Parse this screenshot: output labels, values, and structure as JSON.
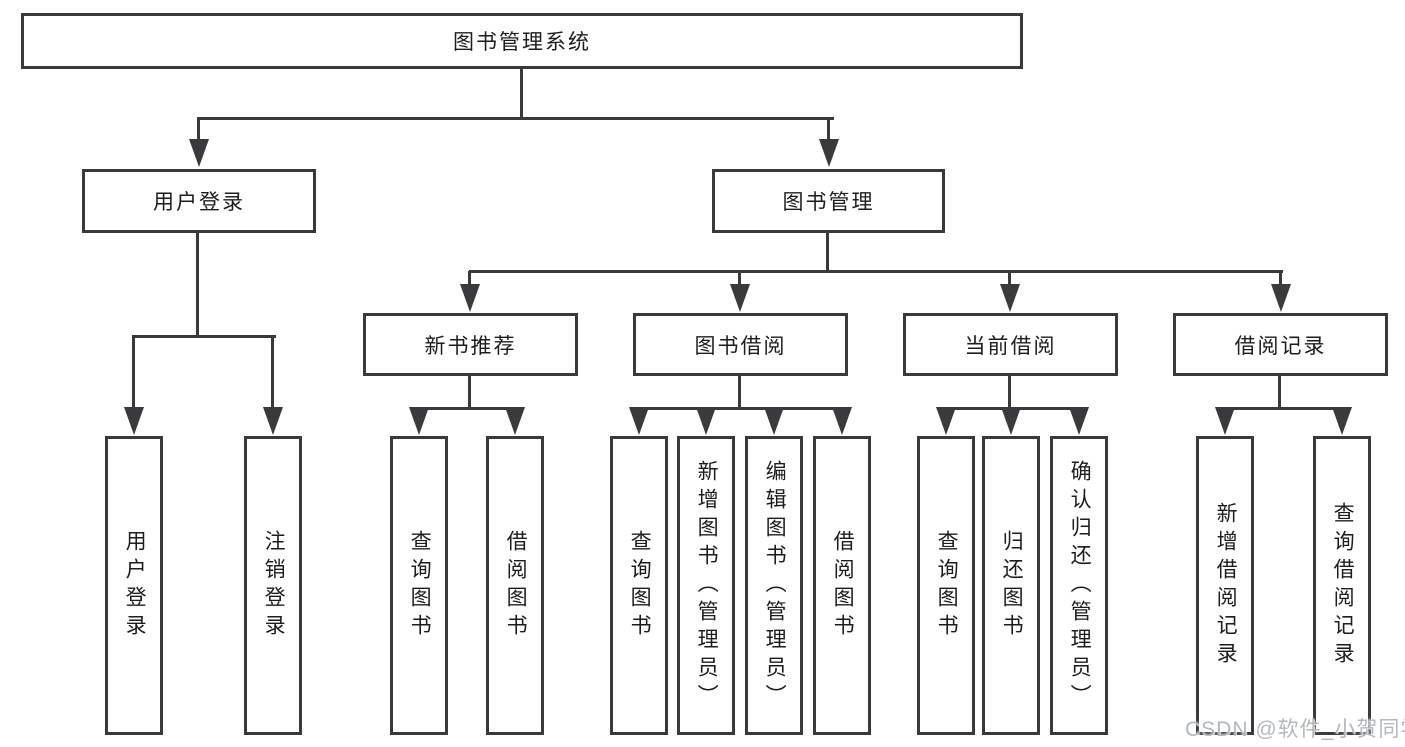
{
  "diagram_title": "图书管理系统",
  "nodes": {
    "root": {
      "label": "图书管理系统"
    },
    "user_login": {
      "label": "用户登录"
    },
    "book_mgmt": {
      "label": "图书管理"
    },
    "new_book_rec": {
      "label": "新书推荐"
    },
    "book_borrow": {
      "label": "图书借阅"
    },
    "current_borrow": {
      "label": "当前借阅"
    },
    "borrow_records": {
      "label": "借阅记录"
    },
    "leaf_user_login": {
      "label": "用户登录"
    },
    "leaf_logout": {
      "label": "注销登录"
    },
    "leaf_rec_query": {
      "label": "查询图书"
    },
    "leaf_rec_borrow": {
      "label": "借阅图书"
    },
    "leaf_bb_query": {
      "label": "查询图书"
    },
    "leaf_bb_add": {
      "label": "新增图书（管理员）"
    },
    "leaf_bb_edit": {
      "label": "编辑图书（管理员）"
    },
    "leaf_bb_borrow": {
      "label": "借阅图书"
    },
    "leaf_cb_query": {
      "label": "查询图书"
    },
    "leaf_cb_return": {
      "label": "归还图书"
    },
    "leaf_cb_confirm": {
      "label": "确认归还（管理员）"
    },
    "leaf_br_add": {
      "label": "新增借阅记录"
    },
    "leaf_br_query": {
      "label": "查询借阅记录"
    }
  },
  "hierarchy": {
    "图书管理系统": {
      "用户登录": [
        "用户登录",
        "注销登录"
      ],
      "图书管理": {
        "新书推荐": [
          "查询图书",
          "借阅图书"
        ],
        "图书借阅": [
          "查询图书",
          "新增图书（管理员）",
          "编辑图书（管理员）",
          "借阅图书"
        ],
        "当前借阅": [
          "查询图书",
          "归还图书",
          "确认归还（管理员）"
        ],
        "借阅记录": [
          "新增借阅记录",
          "查询借阅记录"
        ]
      }
    }
  },
  "watermark": "CSDN @软件_小贺同学",
  "colors": {
    "line": "#3a3a3c",
    "text": "#1d1d1f",
    "background": "#ffffff",
    "watermark": "#b3b8be"
  }
}
